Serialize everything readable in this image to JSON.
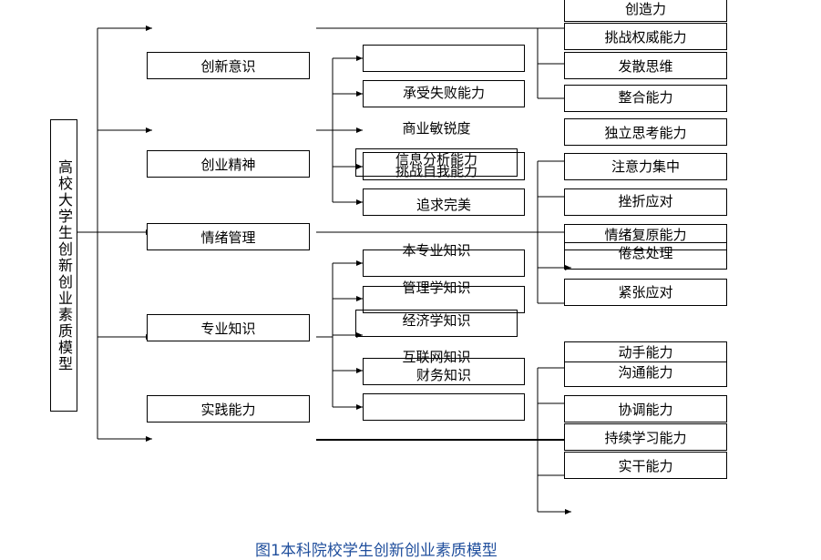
{
  "root_label": "高校大学生创新创业素质模型",
  "categories": [
    "创新意识",
    "创业精神",
    "情绪管理",
    "专业知识",
    "实践能力"
  ],
  "middle": {
    "boxes": [
      "",
      "承受失败能力",
      "信息分析能力",
      "追求完美",
      "本专业知识",
      "经济学知识",
      "财务知识",
      ""
    ],
    "floating": [
      "商业敏锐度",
      "挑战自我能力",
      "管理学知识",
      "互联网知识"
    ]
  },
  "right": {
    "boxes": [
      "创造力",
      "挑战权威能力",
      "发散思维",
      "整合能力",
      "独立思考能力",
      "注意力集中",
      "挫折应对",
      "情绪复原能力",
      "倦怠处理",
      "紧张应对",
      "动手能力",
      "沟通能力",
      "协调能力",
      "持续学习能力",
      "实干能力"
    ]
  },
  "caption": "图1本科院校学生创新创业素质模型"
}
